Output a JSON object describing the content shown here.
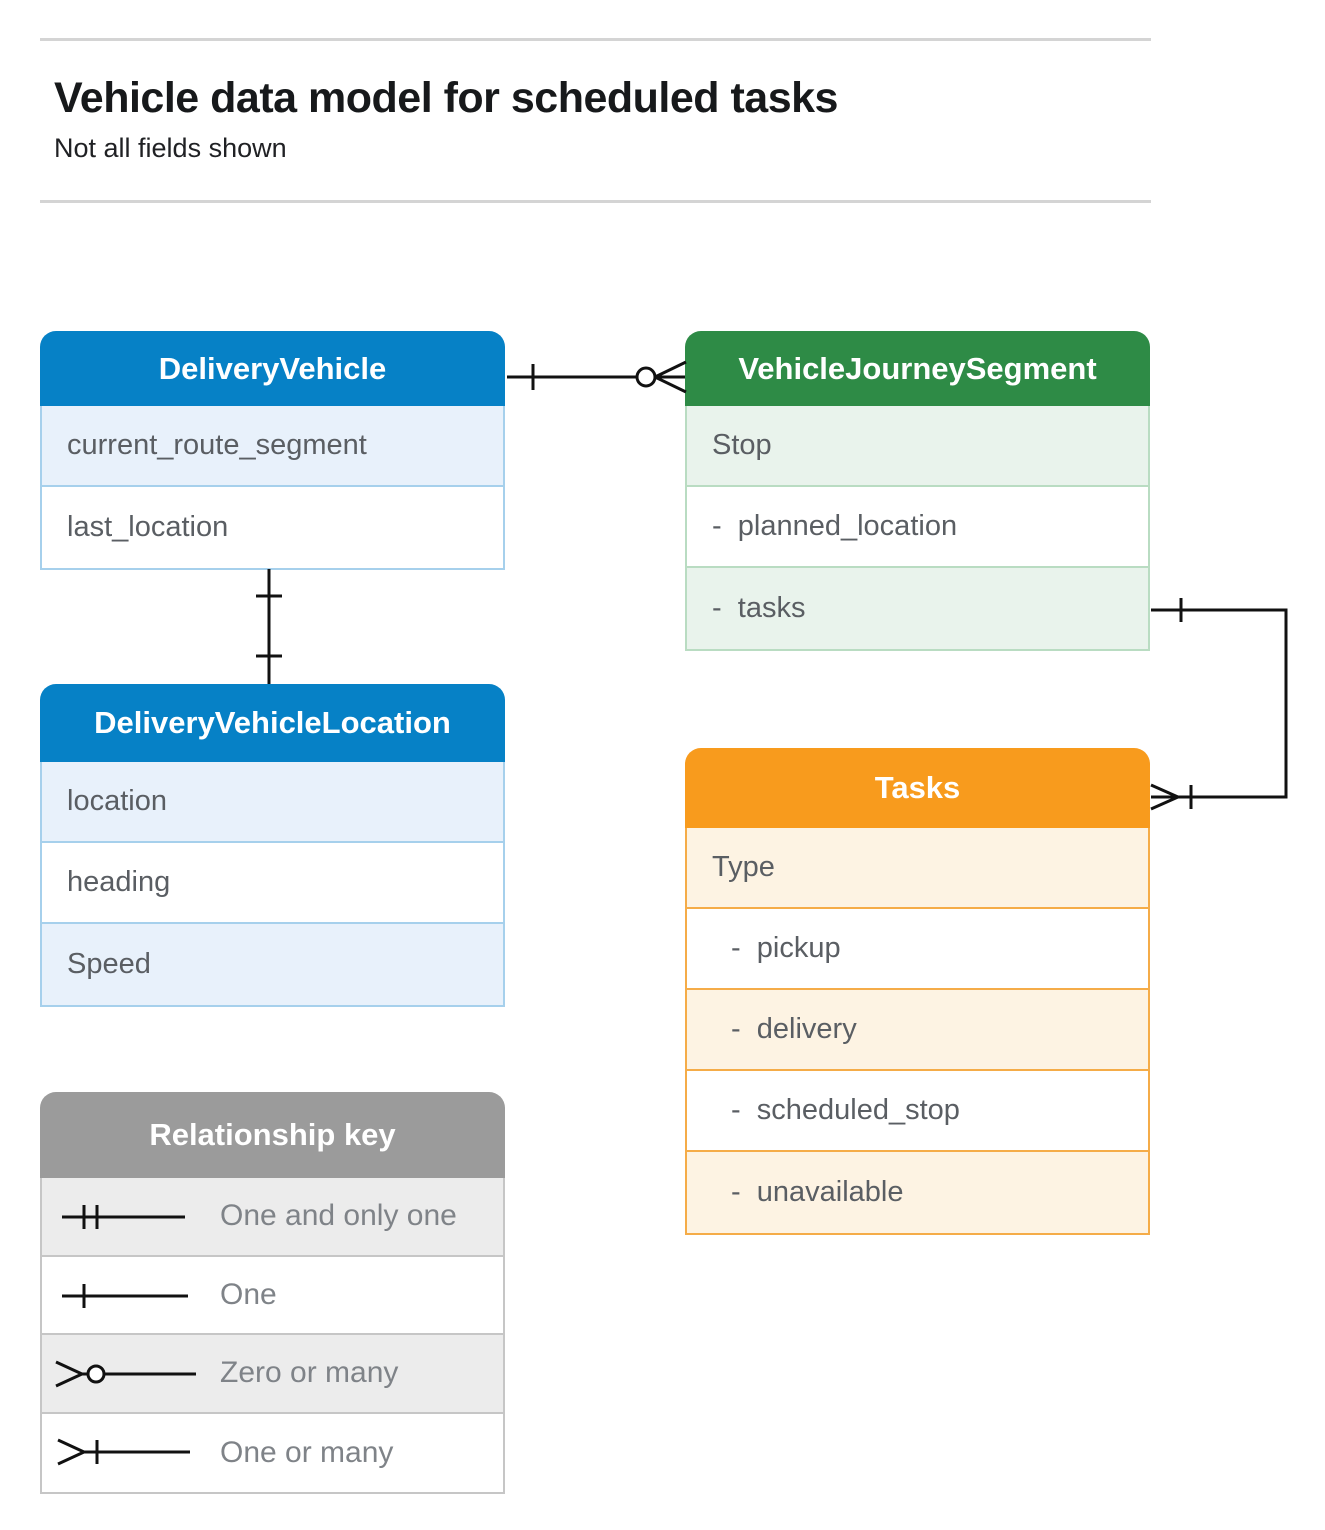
{
  "page": {
    "title": "Vehicle data model for scheduled tasks",
    "subtitle": "Not all fields shown"
  },
  "entities": {
    "delivery_vehicle": {
      "title": "DeliveryVehicle",
      "header_color": "#0681c6",
      "rows": [
        "current_route_segment",
        "last_location"
      ]
    },
    "vehicle_journey_segment": {
      "title": "VehicleJourneySegment",
      "header_color": "#2e8b46",
      "rows": [
        "Stop",
        "-  planned_location",
        "-  tasks"
      ]
    },
    "delivery_vehicle_location": {
      "title": "DeliveryVehicleLocation",
      "header_color": "#0681c6",
      "rows": [
        "location",
        "heading",
        "Speed"
      ]
    },
    "tasks": {
      "title": "Tasks",
      "header_color": "#f89b1d",
      "rows": [
        "Type",
        "-  pickup",
        "-  delivery",
        "-  scheduled_stop",
        "-  unavailable"
      ]
    }
  },
  "relationships": [
    {
      "from": "DeliveryVehicle",
      "from_cardinality": "one",
      "to": "VehicleJourneySegment",
      "to_cardinality": "zero-or-many"
    },
    {
      "from": "DeliveryVehicle",
      "from_cardinality": "one",
      "to": "DeliveryVehicleLocation",
      "to_cardinality": "one"
    },
    {
      "from": "VehicleJourneySegment.tasks",
      "from_cardinality": "one",
      "to": "Tasks",
      "to_cardinality": "one-or-many"
    }
  ],
  "legend": {
    "title": "Relationship key",
    "items": [
      {
        "symbol": "one-and-only-one",
        "label": "One and only one"
      },
      {
        "symbol": "one",
        "label": "One"
      },
      {
        "symbol": "zero-or-many",
        "label": "Zero or many"
      },
      {
        "symbol": "one-or-many",
        "label": "One or many"
      }
    ]
  },
  "colors": {
    "blue_header": "#0681c6",
    "blue_row": "#e8f1fb",
    "blue_border": "#a6d0ec",
    "green_header": "#2e8b46",
    "green_row": "#e9f3ec",
    "green_border": "#b9dcc2",
    "orange_header": "#f89b1d",
    "orange_row": "#fdf3e3",
    "orange_border": "#f5ac48",
    "gray_header": "#9b9b9b",
    "gray_row": "#ececec",
    "gray_border": "#c6c6c6",
    "connector": "#111111",
    "field_text": "#5a5e63",
    "legend_text": "#7f8388"
  }
}
